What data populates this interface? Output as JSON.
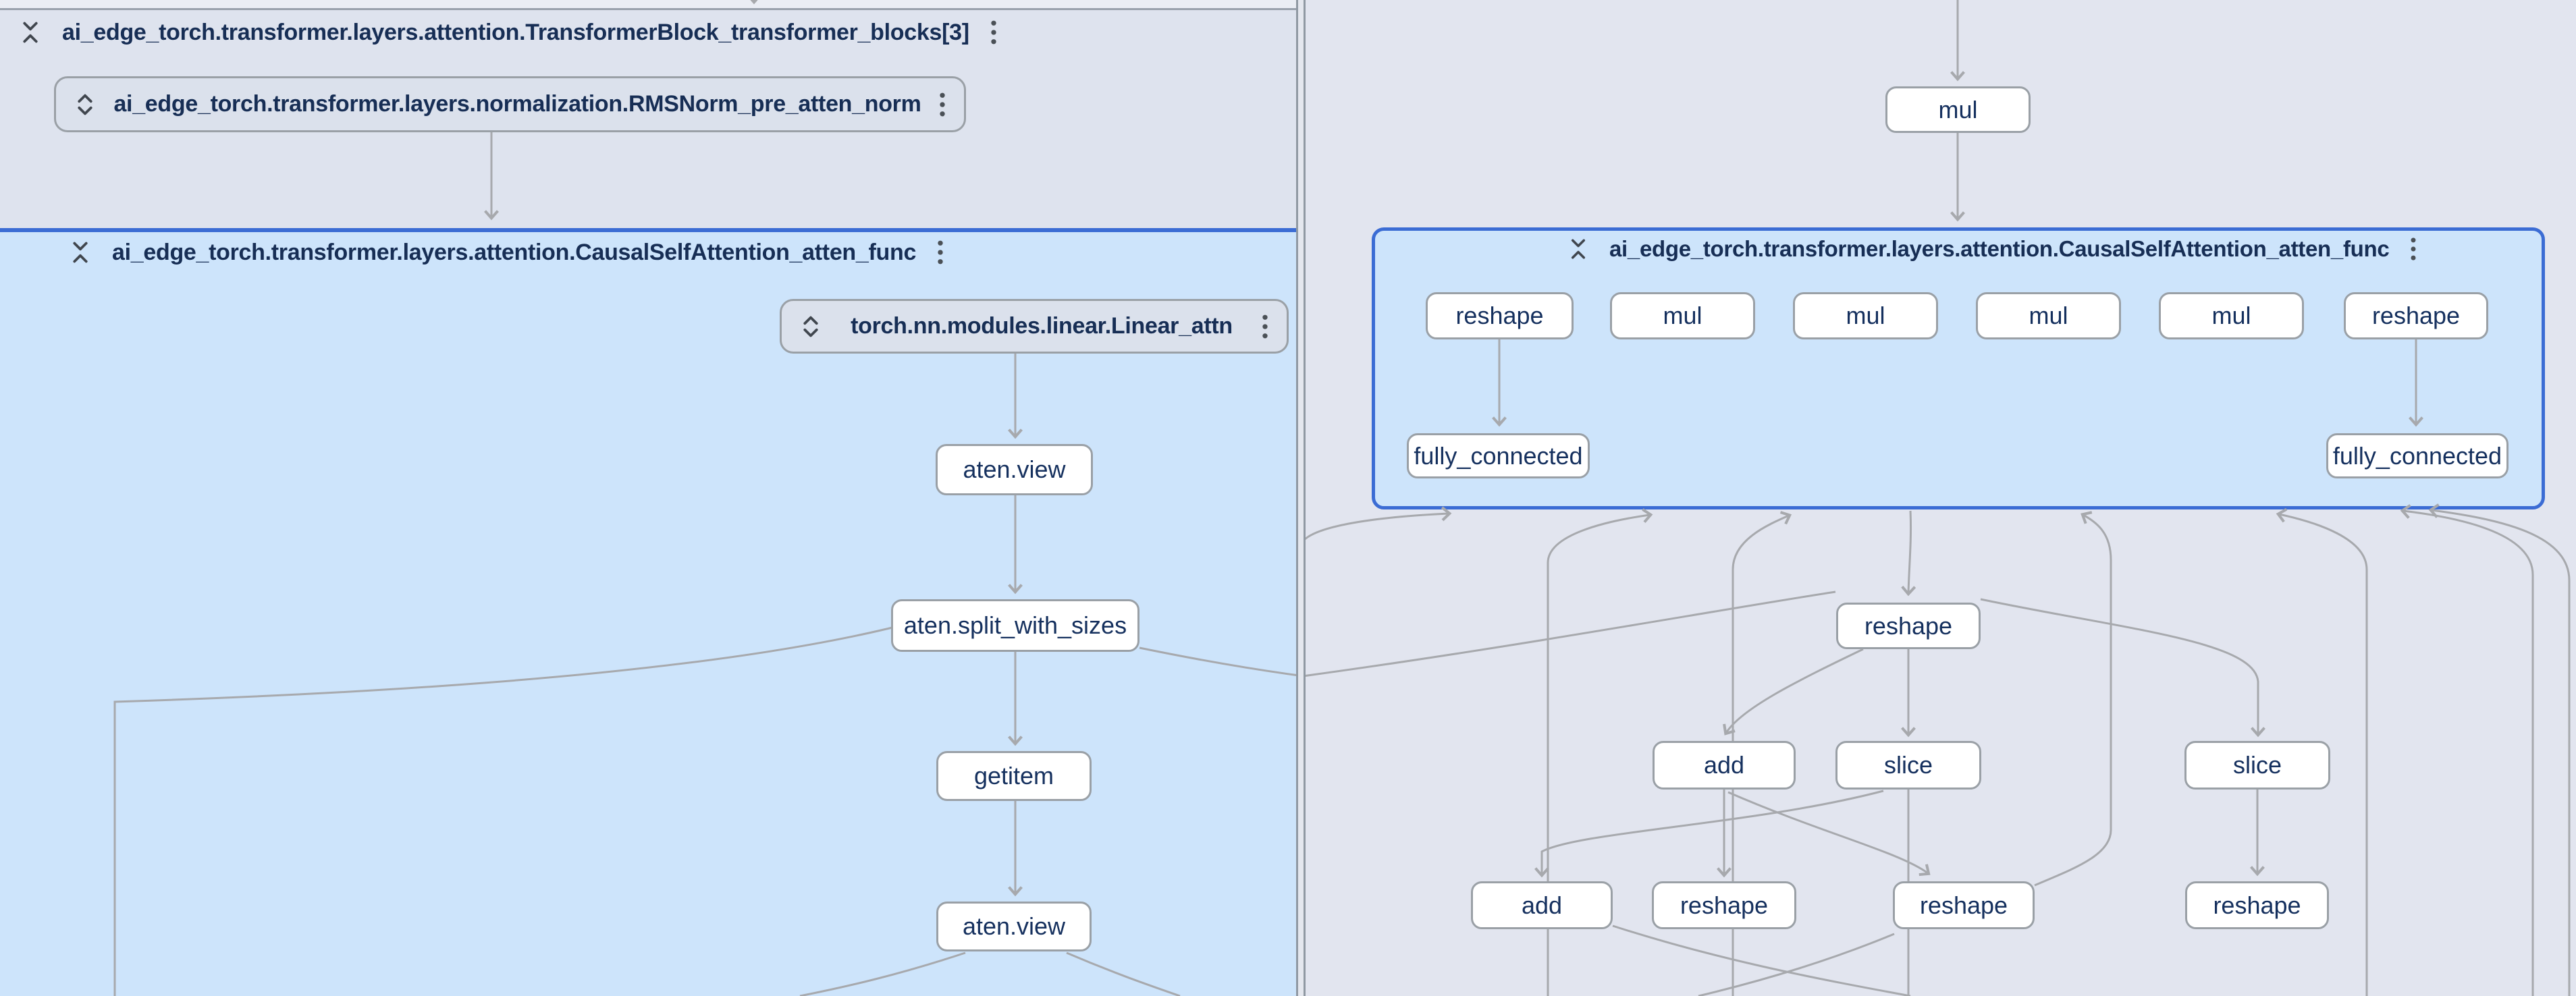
{
  "app": "model-explorer-graph-view",
  "colors": {
    "selection_blue": "#3b6cd4",
    "group_fill_blue": "#cde4fb",
    "transformer_block_fill": "#dee3ee",
    "outer_group_fill": "#eaedf4",
    "right_pane_fill": "#e2e5ef",
    "node_fill": "#ffffff",
    "collapsed_node_fill": "#dbe1ec",
    "node_border": "#9aa0a6",
    "edge_gray": "#a7a9ad",
    "label_navy": "#15305e"
  },
  "left_pane": {
    "transformer_block_header": {
      "title": "ai_edge_torch.transformer.layers.attention.TransformerBlock_transformer_blocks[3]"
    },
    "rmsnorm_node": {
      "label": "ai_edge_torch.transformer.layers.normalization.RMSNorm_pre_atten_norm"
    },
    "attention_group_header": {
      "title": "ai_edge_torch.transformer.layers.attention.CausalSelfAttention_atten_func"
    },
    "linear_node": {
      "label": "torch.nn.modules.linear.Linear_attn"
    },
    "ops": [
      "aten.view",
      "aten.split_with_sizes",
      "getitem",
      "aten.view"
    ]
  },
  "right_pane": {
    "mul_node": {
      "label": "mul"
    },
    "attention_group_header": {
      "title": "ai_edge_torch.transformer.layers.attention.CausalSelfAttention_atten_func"
    },
    "group_row1": [
      "reshape",
      "mul",
      "mul",
      "mul",
      "mul",
      "reshape"
    ],
    "group_row2": [
      "fully_connected",
      "fully_connected"
    ],
    "reshape_node": {
      "label": "reshape"
    },
    "mid_row": [
      "add",
      "slice",
      "slice"
    ],
    "bottom_row": [
      "add",
      "reshape",
      "reshape",
      "reshape"
    ]
  }
}
